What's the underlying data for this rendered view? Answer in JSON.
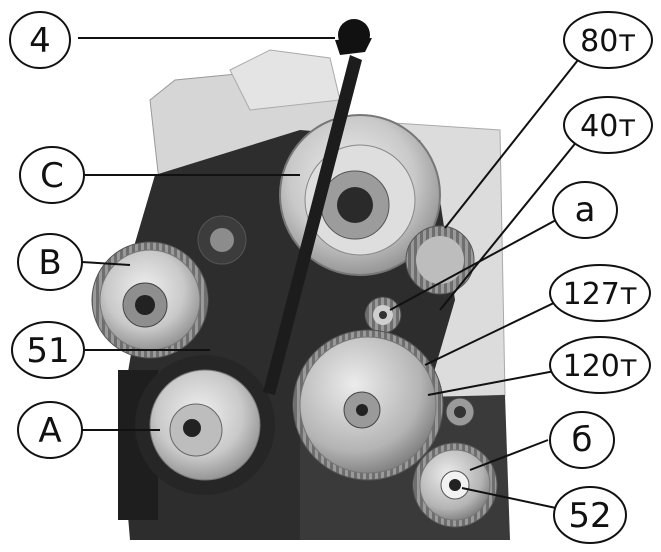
{
  "callouts": {
    "c4": "4",
    "cC": "C",
    "cB": "B",
    "c51": "51",
    "cA": "A",
    "c80": "80т",
    "c40": "40т",
    "ca": "а",
    "c127": "127т",
    "c120": "120т",
    "c6": "б",
    "c52": "52"
  },
  "colors": {
    "background": "#ffffff",
    "callout_stroke": "#111111",
    "gear_metal": "#c8c8c8",
    "casting_dark": "#2a2a2a"
  }
}
